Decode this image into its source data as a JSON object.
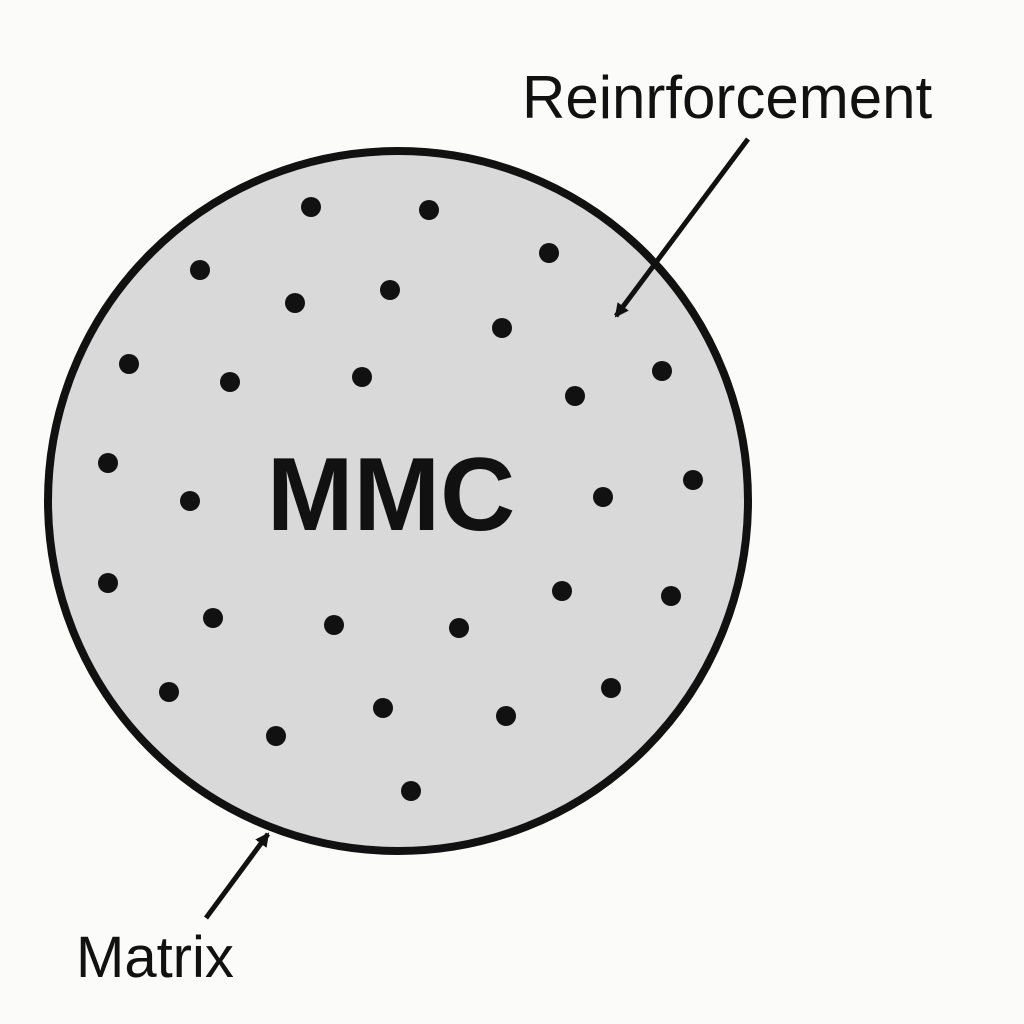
{
  "diagram": {
    "center_label": "MMC",
    "reinforcement_label": "Reinrforcement",
    "matrix_label": "Matrix"
  },
  "colors": {
    "background": "#fbfbf9",
    "matrix_fill": "#d9d9d9",
    "outline": "#111111",
    "particle": "#111111",
    "text": "#111111"
  }
}
